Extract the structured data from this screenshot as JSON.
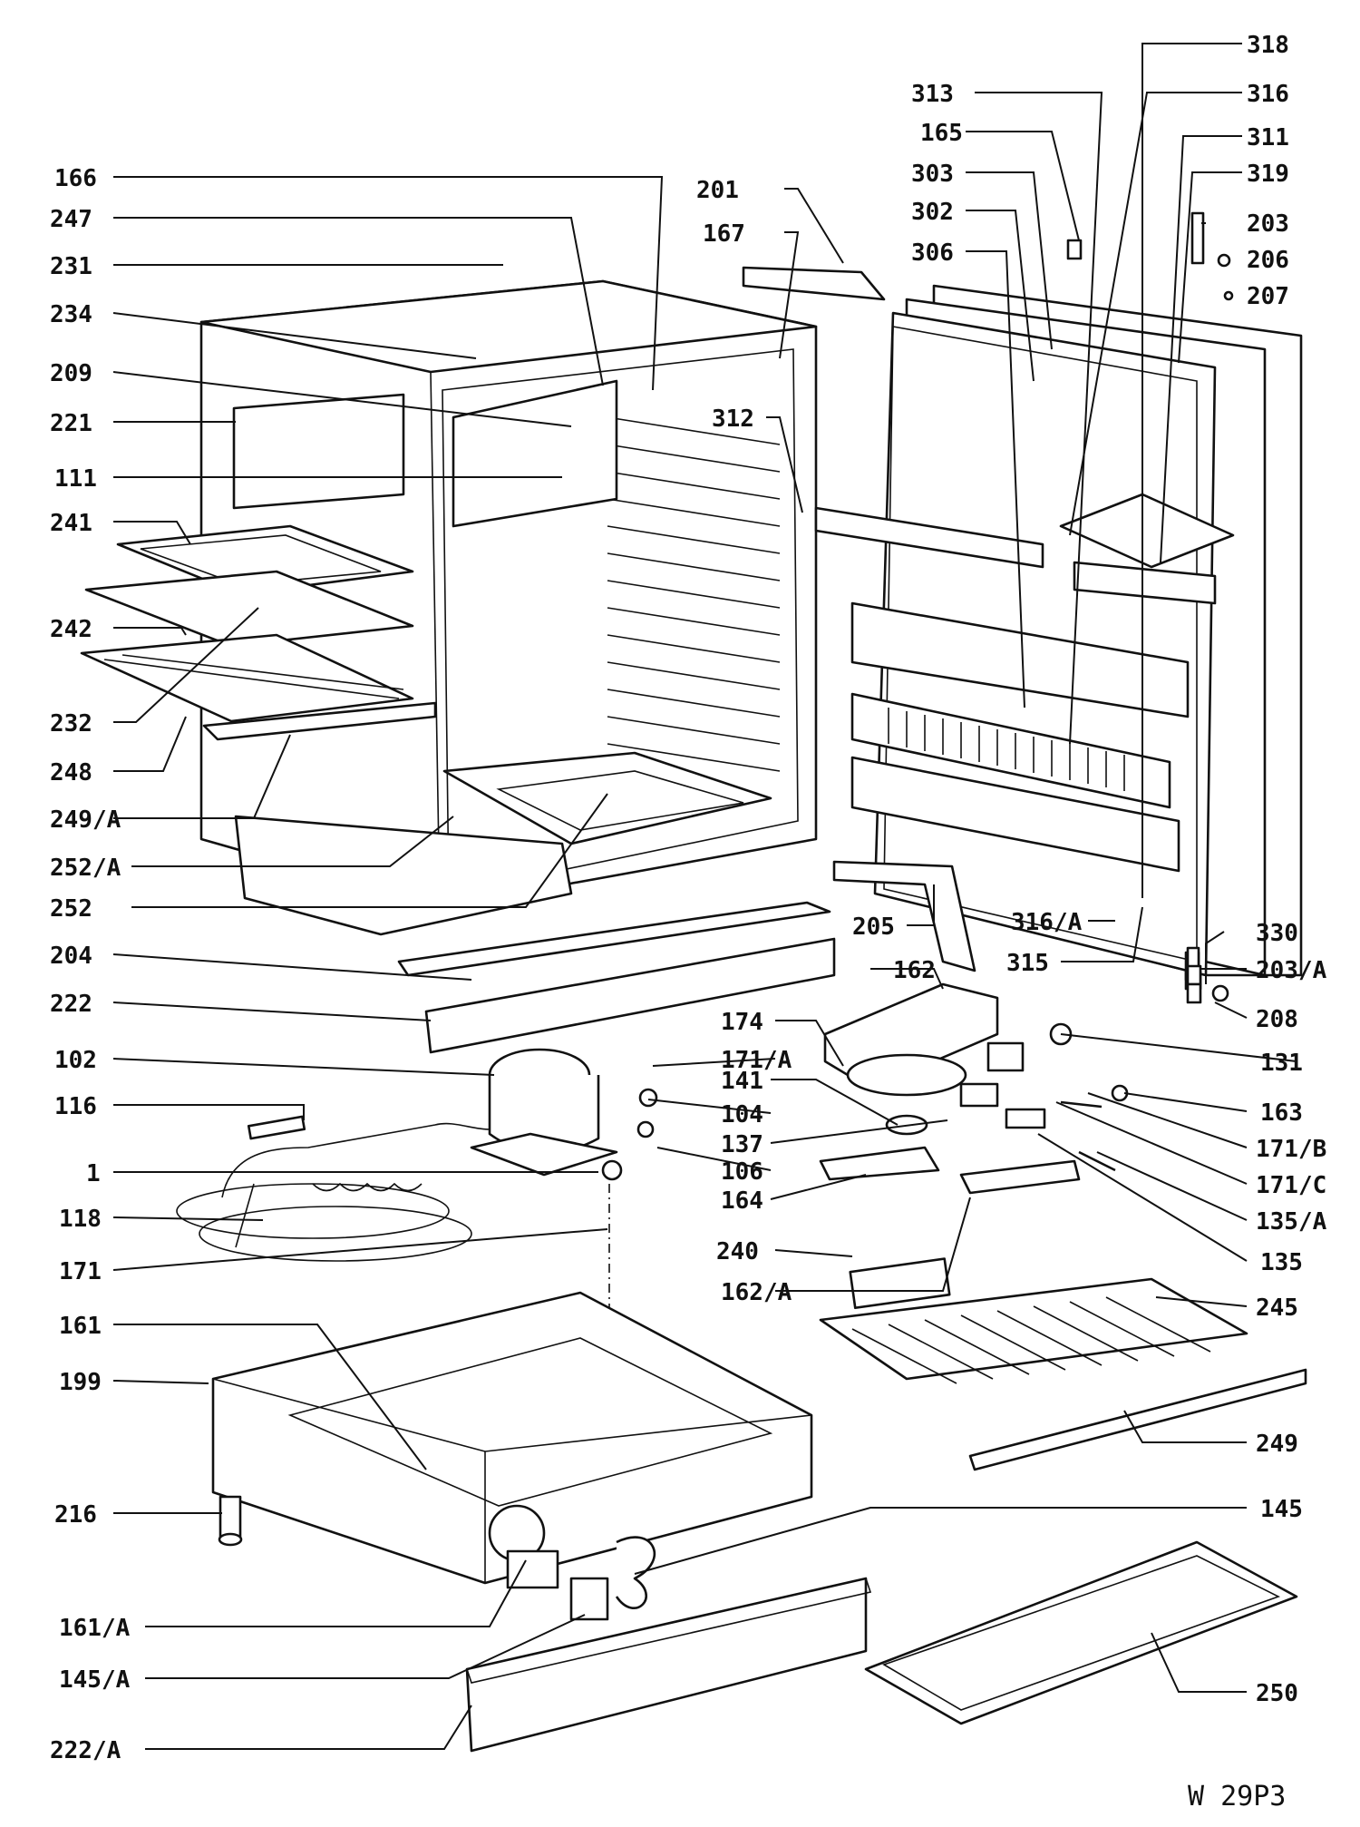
{
  "drawing_code": "W  29P3",
  "labels": {
    "l318": "318",
    "l313": "313",
    "l316": "316",
    "l165": "165",
    "l311": "311",
    "l303": "303",
    "l319": "319",
    "l302": "302",
    "l203": "203",
    "l306": "306",
    "l206": "206",
    "l207": "207",
    "l166": "166",
    "l201": "201",
    "l247": "247",
    "l167": "167",
    "l231": "231",
    "l234": "234",
    "l209": "209",
    "l312": "312",
    "l221": "221",
    "l111": "111",
    "l241": "241",
    "l242": "242",
    "l232": "232",
    "l248": "248",
    "l249a": "249/A",
    "l252a": "252/A",
    "l252": "252",
    "l205": "205",
    "l316a": "316/A",
    "l330": "330",
    "l204": "204",
    "l162": "162",
    "l315": "315",
    "l203a": "203/A",
    "l222": "222",
    "l174": "174",
    "l208": "208",
    "l102": "102",
    "l171a": "171/A",
    "l131": "131",
    "l141": "141",
    "l116": "116",
    "l104": "104",
    "l163": "163",
    "l137": "137",
    "l171b": "171/B",
    "l1": "1",
    "l106": "106",
    "l171c": "171/C",
    "l164": "164",
    "l118": "118",
    "l135a": "135/A",
    "l240": "240",
    "l171": "171",
    "l135": "135",
    "l162a": "162/A",
    "l245": "245",
    "l161": "161",
    "l199": "199",
    "l249": "249",
    "l216": "216",
    "l145": "145",
    "l161a": "161/A",
    "l145a": "145/A",
    "l250": "250",
    "l222a": "222/A"
  }
}
